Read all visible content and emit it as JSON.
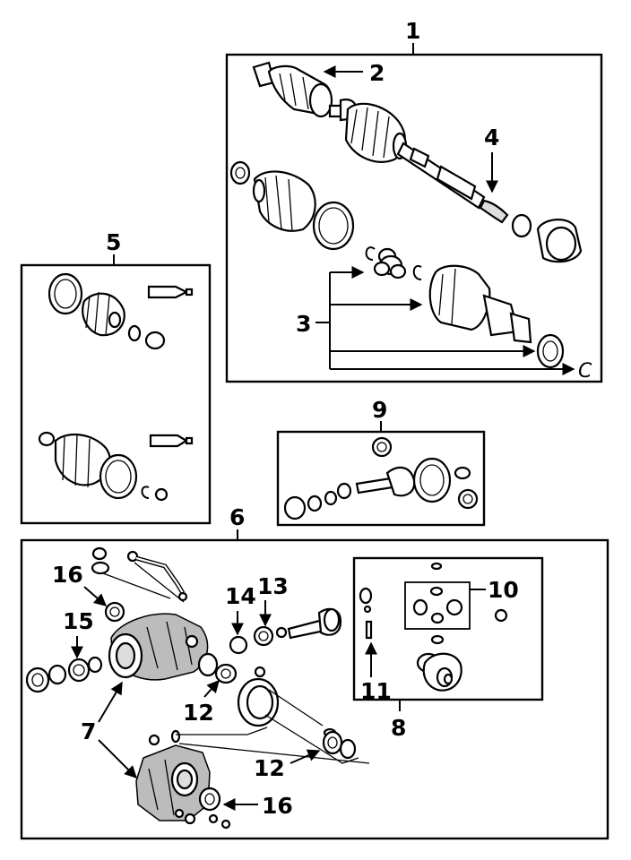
{
  "callouts": {
    "c1": "1",
    "c2": "2",
    "c3": "3",
    "c4": "4",
    "c5": "5",
    "c6": "6",
    "c7": "7",
    "c8": "8",
    "c9": "9",
    "c10": "10",
    "c11": "11",
    "c12a": "12",
    "c12b": "12",
    "c13": "13",
    "c14": "14",
    "c15": "15",
    "c16a": "16",
    "c16b": "16"
  },
  "clip_glyph": "C"
}
